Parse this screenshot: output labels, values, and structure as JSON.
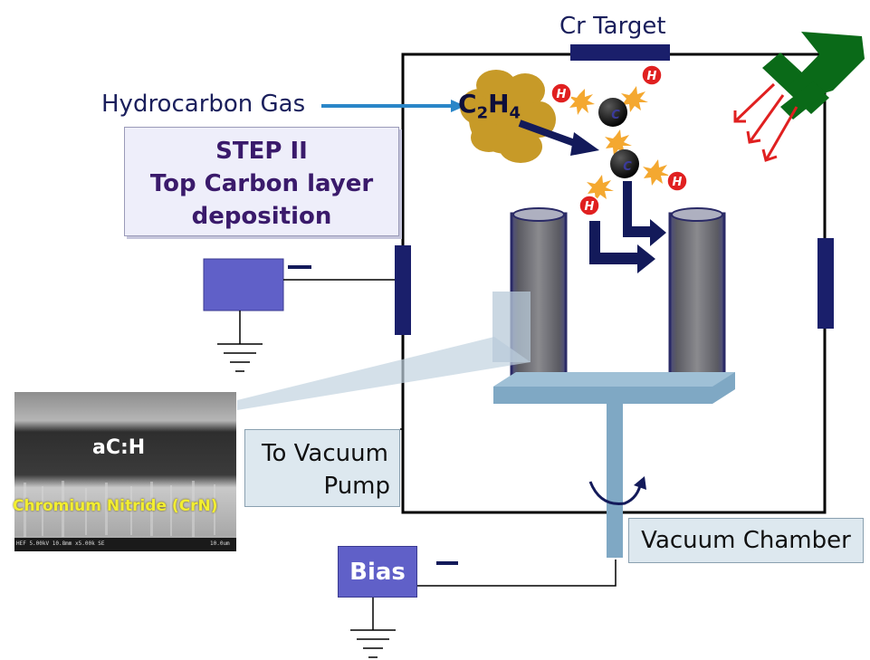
{
  "labels": {
    "cr_target": "Cr Target",
    "hydrocarbon_gas": "Hydrocarbon Gas",
    "step_line1": "STEP II",
    "step_line2": "Top Carbon layer",
    "step_line3": "deposition",
    "vacuum_pump_line1": "To Vacuum",
    "vacuum_pump_line2": "Pump",
    "vacuum_chamber": "Vacuum Chamber",
    "bias": "Bias",
    "molecule_main": "C",
    "molecule_sub1": "2",
    "molecule_h": "H",
    "molecule_sub2": "4",
    "carbon_atom": "C",
    "hydrogen_atom": "H",
    "minus_sign": "—"
  },
  "sem_image": {
    "layer_top": "aC:H",
    "layer_bottom": "Chromium Nitride (CrN)",
    "meta": "HEF 5.00kV 10.8mm x5.00k SE",
    "scale": "10.0um"
  },
  "colors": {
    "chamber_wall": "#000000",
    "target": "#1a1f6b",
    "gas_arrow": "#2a86c8",
    "gas_cloud": "#c79a28",
    "flow_arrow": "#131a5a",
    "stage": "#7fa8c4",
    "power_box": "#6060c8",
    "heater": "#0a6a18",
    "heater_rays": "#e02020",
    "hydrogen": "#e02020",
    "sem_highlight": "#f2ee30"
  },
  "icons": {
    "ground": "ground-symbol-icon",
    "rotation": "rotation-arrow-icon",
    "heater": "heater-icon"
  }
}
